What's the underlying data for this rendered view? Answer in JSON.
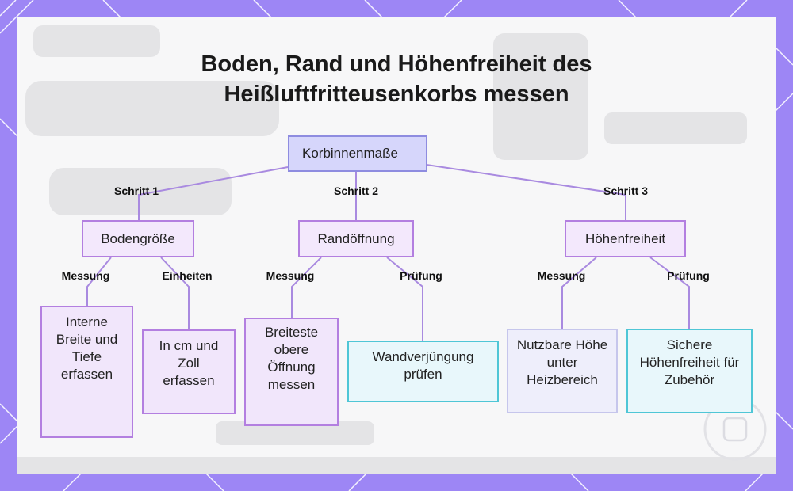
{
  "title": {
    "line1": "Boden, Rand und Höhenfreiheit des",
    "line2": "Heißluftfritteusenkorbs messen"
  },
  "root": "Korbinnenmaße",
  "steps": [
    {
      "edge": "Schritt 1",
      "label": "Bodengröße"
    },
    {
      "edge": "Schritt 2",
      "label": "Randöffnung"
    },
    {
      "edge": "Schritt 3",
      "label": "Höhenfreiheit"
    }
  ],
  "leaves": [
    {
      "edge": "Messung",
      "text": "Interne Breite und Tiefe erfassen"
    },
    {
      "edge": "Einheiten",
      "text": "In cm und Zoll erfassen"
    },
    {
      "edge": "Messung",
      "text": "Breiteste obere Öffnung messen"
    },
    {
      "edge": "Prüfung",
      "text": "Wandverjüngung prüfen"
    },
    {
      "edge": "Messung",
      "text": "Nutzbare Höhe unter Heizbereich"
    },
    {
      "edge": "Prüfung",
      "text": "Sichere Höhenfreiheit für Zubehör"
    }
  ],
  "colors": {
    "frame": "#9d86f5",
    "link": "#a98ae0",
    "root_fill": "#d6d6fb",
    "step_fill": "#f3e8fc",
    "cyan_border": "#4fc6d6"
  }
}
